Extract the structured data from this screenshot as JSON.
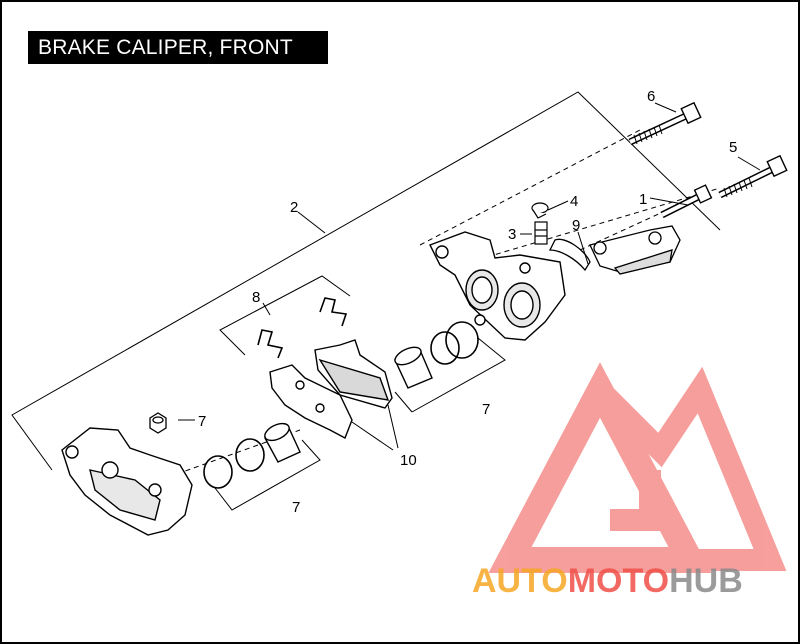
{
  "title": "BRAKE CALIPER, FRONT",
  "callouts": {
    "c1": "1",
    "c2": "2",
    "c3": "3",
    "c4": "4",
    "c5": "5",
    "c6": "6",
    "c7a": "7",
    "c7b": "7",
    "c7c": "7",
    "c8": "8",
    "c9": "9",
    "c10": "10"
  },
  "watermark": {
    "auto": "AUTO",
    "moto": "MOTO",
    "hub": "HUB",
    "color_red": "#f0504a",
    "color_orange": "#f6a623",
    "color_gray": "#8a8a8a"
  }
}
